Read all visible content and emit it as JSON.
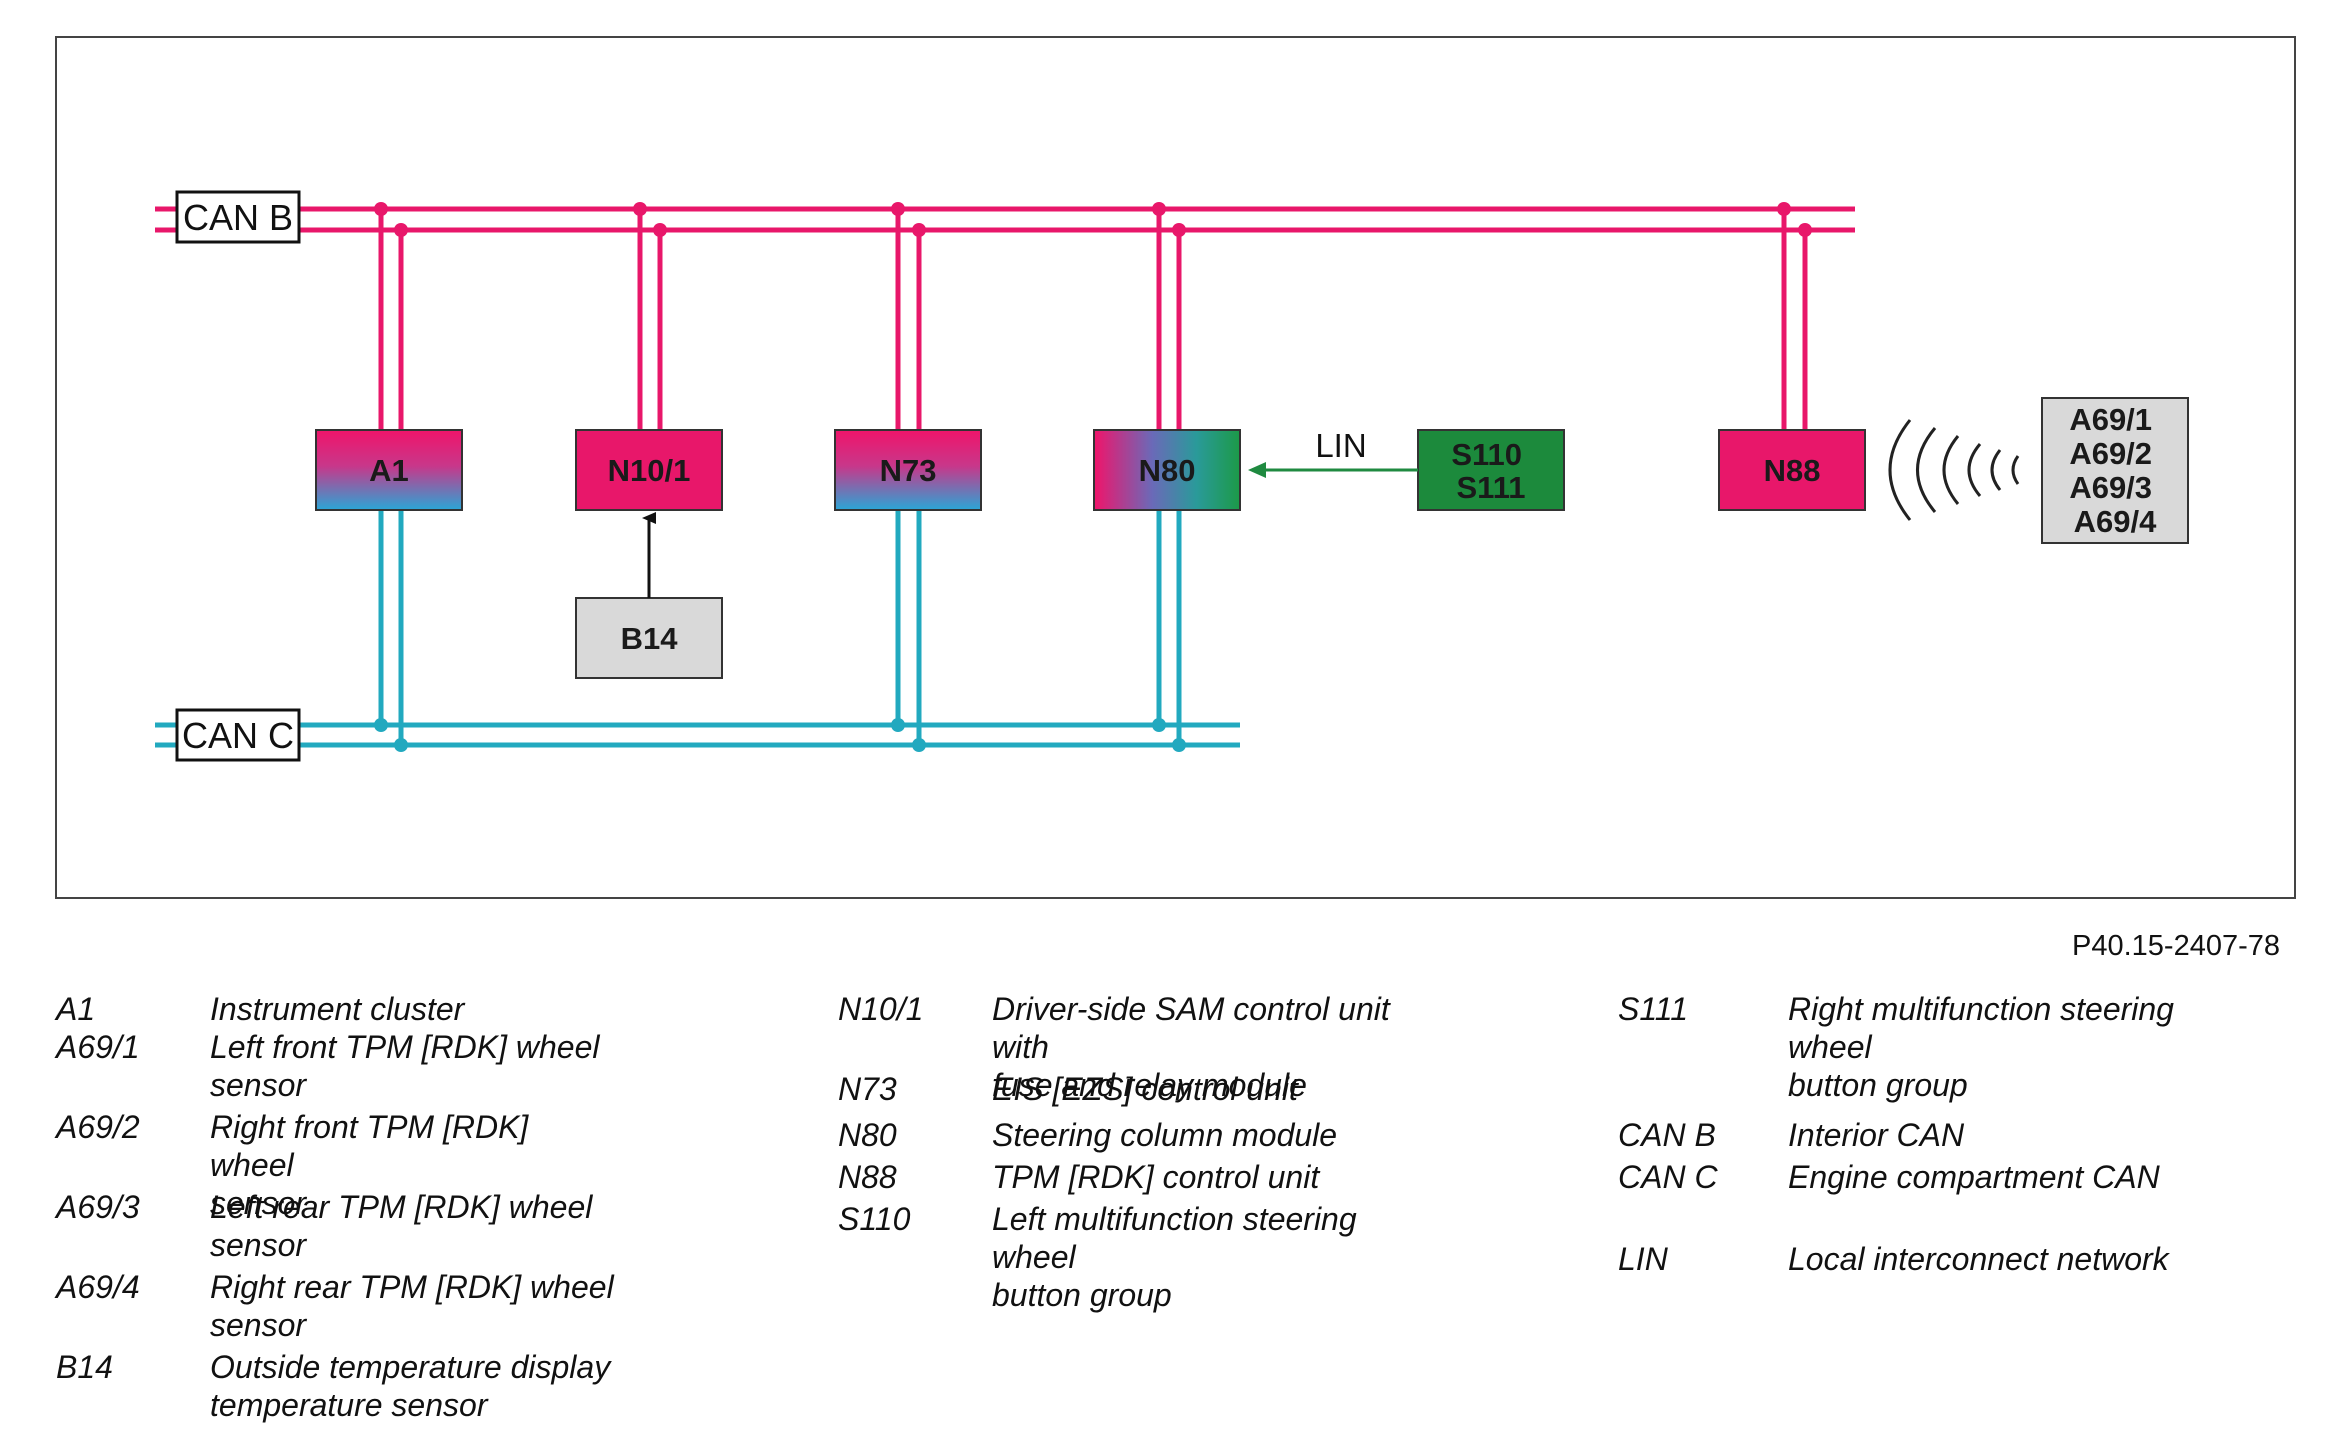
{
  "buses": [
    {
      "id": "can_b",
      "label": "CAN B",
      "color": "#e8176a"
    },
    {
      "id": "can_c",
      "label": "CAN C",
      "color": "#22a9bf"
    }
  ],
  "lin_label": "LIN",
  "modules": [
    {
      "id": "a1",
      "label": "A1",
      "fill": "can"
    },
    {
      "id": "n10_1",
      "label": "N10/1",
      "fill": "pink"
    },
    {
      "id": "n73",
      "label": "N73",
      "fill": "can"
    },
    {
      "id": "n80",
      "label": "N80",
      "fill": "n80"
    },
    {
      "id": "s110_s111",
      "label": "S110\nS111",
      "fill": "green"
    },
    {
      "id": "n88",
      "label": "N88",
      "fill": "pink"
    },
    {
      "id": "b14",
      "label": "B14",
      "fill": "grey"
    },
    {
      "id": "a69",
      "label": "A69/1\nA69/2\nA69/3\nA69/4",
      "fill": "grey"
    }
  ],
  "colors": {
    "pink": "#e8176a",
    "cyan": "#22a9bf",
    "blue": "#3a7fd0",
    "green": "#1c8a3c",
    "grey": "#d9d9d9",
    "lin_arrow": "#1f8a40"
  },
  "figure_id": "P40.15-2407-78",
  "legend": [
    [
      {
        "code": "A1",
        "desc": "Instrument cluster"
      },
      {
        "code": "A69/1",
        "desc": "Left front TPM [RDK] wheel\nsensor"
      },
      {
        "code": "A69/2",
        "desc": "Right front TPM [RDK] wheel\nsensor"
      },
      {
        "code": "A69/3",
        "desc": "Left rear TPM [RDK] wheel\nsensor"
      },
      {
        "code": "A69/4",
        "desc": "Right rear TPM [RDK] wheel\nsensor"
      },
      {
        "code": "B14",
        "desc": "Outside temperature display\ntemperature sensor"
      }
    ],
    [
      {
        "code": "N10/1",
        "desc": "Driver-side SAM control unit with\nfuse and relay module"
      },
      {
        "code": "N73",
        "desc": "EIS [EZS] control unit"
      },
      {
        "code": "N80",
        "desc": "Steering column module"
      },
      {
        "code": "N88",
        "desc": "TPM [RDK] control unit"
      },
      {
        "code": "S110",
        "desc": "Left multifunction steering wheel\nbutton group"
      }
    ],
    [
      {
        "code": "S111",
        "desc": "Right multifunction steering wheel\nbutton group"
      },
      {
        "code": "CAN B",
        "desc": "Interior CAN"
      },
      {
        "code": "CAN C",
        "desc": "Engine compartment CAN"
      },
      {
        "code": "LIN",
        "desc": "Local interconnect network"
      }
    ]
  ]
}
